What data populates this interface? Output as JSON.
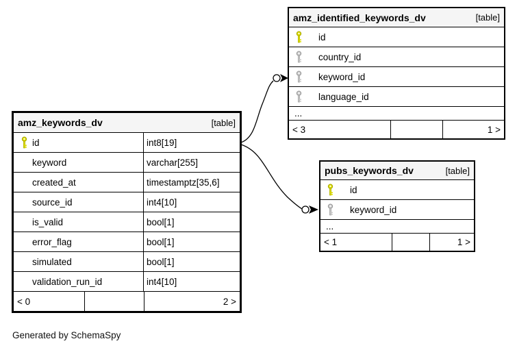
{
  "note": "Generated by SchemaSpy",
  "colors": {
    "header_bg": "#f5f5f5",
    "row_bg": "#ffffff",
    "border": "#000000",
    "primary_key_fill": "#e0e000",
    "primary_key_stroke": "#a8a800",
    "foreign_key_fill": "#cccccc",
    "foreign_key_stroke": "#999999"
  },
  "tables": [
    {
      "id": "amz_keywords_dv",
      "title": "amz_keywords_dv",
      "badge": "[table]",
      "columns": [
        {
          "name": "id",
          "type": "int8[19]",
          "key": "primary"
        },
        {
          "name": "keyword",
          "type": "varchar[255]",
          "key": null
        },
        {
          "name": "created_at",
          "type": "timestamptz[35,6]",
          "key": null
        },
        {
          "name": "source_id",
          "type": "int4[10]",
          "key": null
        },
        {
          "name": "is_valid",
          "type": "bool[1]",
          "key": null
        },
        {
          "name": "error_flag",
          "type": "bool[1]",
          "key": null
        },
        {
          "name": "simulated",
          "type": "bool[1]",
          "key": null
        },
        {
          "name": "validation_run_id",
          "type": "int4[10]",
          "key": null
        }
      ],
      "truncated": false,
      "ellipsis": "",
      "footer": {
        "left": "< 0",
        "center": "",
        "right": "2 >"
      }
    },
    {
      "id": "amz_identified_keywords_dv",
      "title": "amz_identified_keywords_dv",
      "badge": "[table]",
      "columns": [
        {
          "name": "id",
          "type": null,
          "key": "primary"
        },
        {
          "name": "country_id",
          "type": null,
          "key": "foreign"
        },
        {
          "name": "keyword_id",
          "type": null,
          "key": "foreign"
        },
        {
          "name": "language_id",
          "type": null,
          "key": "foreign"
        }
      ],
      "truncated": true,
      "ellipsis": "...",
      "footer": {
        "left": "< 3",
        "center": "",
        "right": "1 >"
      }
    },
    {
      "id": "pubs_keywords_dv",
      "title": "pubs_keywords_dv",
      "badge": "[table]",
      "columns": [
        {
          "name": "id",
          "type": null,
          "key": "primary"
        },
        {
          "name": "keyword_id",
          "type": null,
          "key": "foreign"
        }
      ],
      "truncated": true,
      "ellipsis": "...",
      "footer": {
        "left": "< 1",
        "center": "",
        "right": "1 >"
      }
    }
  ],
  "relationships": [
    {
      "from": "amz_keywords_dv.id",
      "to": "amz_identified_keywords_dv.keyword_id"
    },
    {
      "from": "amz_keywords_dv.id",
      "to": "pubs_keywords_dv.keyword_id"
    }
  ]
}
